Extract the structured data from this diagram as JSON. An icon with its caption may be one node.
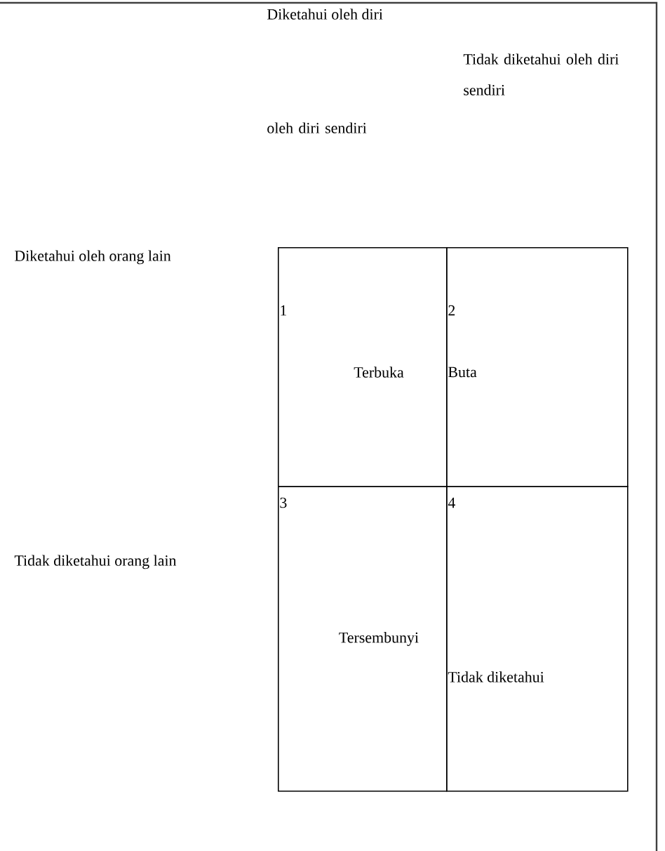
{
  "diagram": {
    "nodes": [
      {
        "text": [
          "1",
          "Terbuka"
        ]
      },
      {
        "text": [
          "2",
          "Buta"
        ]
      },
      {
        "text": [
          "3",
          "Tersembunyi"
        ]
      },
      {
        "text": [
          "4",
          "Tidak diketahui"
        ]
      }
    ],
    "labels": [
      "Diketahui oleh diri",
      "Tidak diketahui oleh diri sendiri",
      "oleh diri sendiri",
      "Diketahui oleh orang lain",
      "Tidak diketahui orang lain"
    ]
  }
}
